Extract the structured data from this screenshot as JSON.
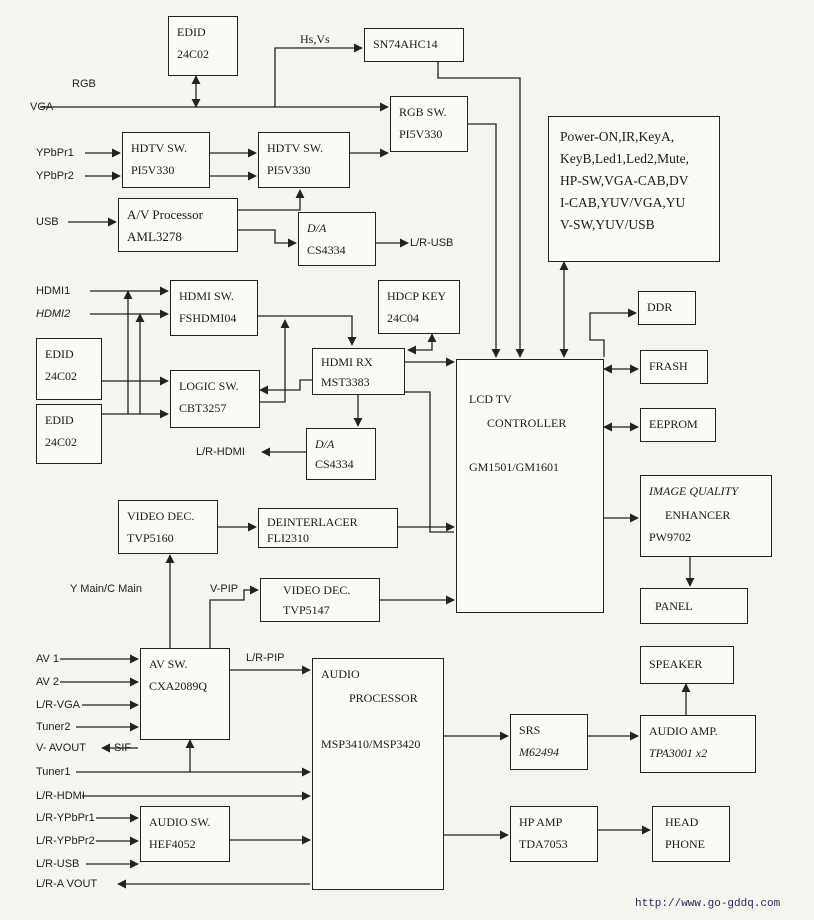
{
  "blocks": {
    "edid_top": {
      "title": "EDID",
      "sub": "24C02"
    },
    "sn74": {
      "title": "SN74AHC14"
    },
    "rgb_sw": {
      "title": "RGB SW.",
      "sub": "PI5V330"
    },
    "hdtv1": {
      "title": "HDTV SW.",
      "sub": "PI5V330"
    },
    "hdtv2": {
      "title": "HDTV SW.",
      "sub": "PI5V330"
    },
    "av_proc": {
      "title": "A/V Processor",
      "sub": "AML3278"
    },
    "da1": {
      "title": "D/A",
      "sub": "CS4334"
    },
    "ctrl_box": {
      "lines": [
        "Power-ON,IR,KeyA,",
        "KeyB,Led1,Led2,Mute,",
        "HP-SW,VGA-CAB,DV",
        "I-CAB,YUV/VGA,YU",
        "V-SW,YUV/USB"
      ]
    },
    "hdmi_sw": {
      "title": "HDMI SW.",
      "sub": "FSHDMI04"
    },
    "hdcp": {
      "title": "HDCP KEY",
      "sub": "24C04"
    },
    "edid_a": {
      "title": "EDID",
      "sub": "24C02"
    },
    "edid_b": {
      "title": "EDID",
      "sub": "24C02"
    },
    "logic_sw": {
      "title": "LOGIC SW.",
      "sub": "CBT3257"
    },
    "hdmi_rx": {
      "title": "HDMI RX",
      "sub": "MST3383"
    },
    "da2": {
      "title": "D/A",
      "sub": "CS4334"
    },
    "lcd_ctrl": {
      "l1": "LCD TV",
      "l2": "CONTROLLER",
      "l3": "GM1501/GM1601"
    },
    "ddr": {
      "title": "DDR"
    },
    "frash": {
      "title": "FRASH"
    },
    "eeprom": {
      "title": "EEPROM"
    },
    "iq": {
      "l1": "IMAGE QUALITY",
      "l2": "ENHANCER",
      "l3": "PW9702"
    },
    "panel": {
      "title": "PANEL"
    },
    "video_dec1": {
      "title": "VIDEO DEC.",
      "sub": "TVP5160"
    },
    "deinter": {
      "title": "DEINTERLACER",
      "sub": "FLI2310"
    },
    "video_dec2": {
      "title": "VIDEO DEC.",
      "sub": "TVP5147"
    },
    "av_sw": {
      "title": "AV SW.",
      "sub": "CXA2089Q"
    },
    "audio_proc": {
      "l1": "AUDIO",
      "l2": "PROCESSOR",
      "l3": "MSP3410/MSP3420"
    },
    "srs": {
      "title": "SRS",
      "sub": "M62494"
    },
    "speaker": {
      "title": "SPEAKER"
    },
    "audio_amp": {
      "title": "AUDIO AMP.",
      "sub": "TPA3001 x2"
    },
    "audio_sw": {
      "title": "AUDIO SW.",
      "sub": "HEF4052"
    },
    "hp_amp": {
      "title": "HP AMP",
      "sub": "TDA7053"
    },
    "headphone": {
      "title": "HEAD",
      "sub": "PHONE"
    }
  },
  "labels": {
    "rgb": "RGB",
    "vga": "VGA",
    "hsvs": "Hs,Vs",
    "ypbpr1": "YPbPr1",
    "ypbpr2": "YPbPr2",
    "usb": "USB",
    "lr_usb": "L/R-USB",
    "hdmi1": "HDMI1",
    "hdmi2": "HDMI2",
    "lr_hdmi_out": "L/R-HDMI",
    "ymain": "Y Main/C Main",
    "vpip": "V-PIP",
    "lr_pip": "L/R-PIP",
    "av1": "AV 1",
    "av2": "AV 2",
    "lr_vga": "L/R-VGA",
    "tuner2": "Tuner2",
    "v_avout": "V- AVOUT",
    "sif": "SIF",
    "tuner1": "Tuner1",
    "lr_hdmi": "L/R-HDMI",
    "lr_ypbpr1": "L/R-YPbPr1",
    "lr_ypbpr2": "L/R-YPbPr2",
    "lr_usb2": "L/R-USB",
    "lr_avout": "L/R-A VOUT"
  },
  "watermark": "http://www.go-gddq.com"
}
